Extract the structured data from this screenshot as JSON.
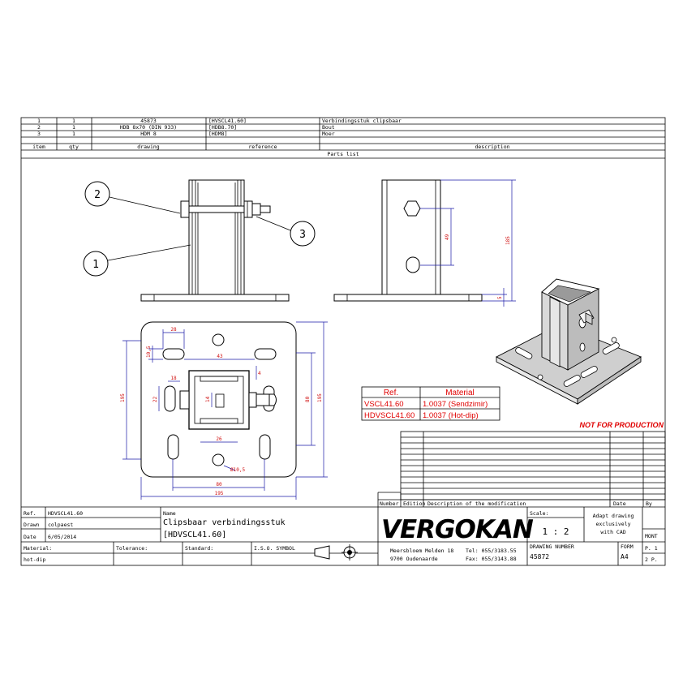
{
  "parts_list": {
    "rows": [
      {
        "item": "1",
        "qty": "1",
        "drawing": "45873",
        "reference": "[HVSCL41.60]",
        "description": "Verbindingsstuk clipsbaar"
      },
      {
        "item": "2",
        "qty": "1",
        "drawing": "HDB 8x70 (DIN 933)",
        "reference": "[HDB8.70]",
        "description": "Bout"
      },
      {
        "item": "3",
        "qty": "1",
        "drawing": "HDM 8",
        "reference": "[HDM8]",
        "description": "Moer"
      }
    ],
    "headers": {
      "item": "item",
      "qty": "qty",
      "drawing": "drawing",
      "reference": "reference",
      "description": "description"
    },
    "title": "Parts list"
  },
  "balloons": [
    "2",
    "1",
    "3"
  ],
  "dimensions": {
    "top_28": "28",
    "left_10_5": "10,5",
    "mid_43": "43",
    "small_18": "18",
    "small_4": "4",
    "width_22": "22",
    "small_14": "14",
    "bot_26": "26",
    "dia_10_5": "Ø10,5",
    "h_80": "80",
    "h_195": "195",
    "left_195": "195",
    "bot_80": "80",
    "bot_195": "195",
    "side_49": "49",
    "side_185": "185",
    "side_5": "5"
  },
  "material_table": {
    "headers": [
      "Ref.",
      "Material"
    ],
    "rows": [
      {
        "ref": "VSCL41.60",
        "material": "1.0037 (Sendzimir)"
      },
      {
        "ref": "HDVSCL41.60",
        "material": "1.0037 (Hot-dip)"
      }
    ]
  },
  "not_for_production": "NOT FOR PRODUCTION",
  "revision_headers": {
    "number": "Number",
    "edition": "Edition",
    "description": "Description of the modification",
    "date": "Date",
    "by": "By"
  },
  "title_block": {
    "ref_label": "Ref.",
    "ref_value": "HDVSCL41.60",
    "drawn_label": "Drawn",
    "drawn_value": "colpaest",
    "date_label": "Date",
    "date_value": "6/05/2014",
    "name_label": "Name",
    "name_line1": "Clipsbaar verbindingsstuk",
    "name_line2": "[HDVSCL41.60]",
    "material_label": "Material:",
    "material_value": "hot-dip",
    "tolerance_label": "Tolerance:",
    "standard_label": "Standard:",
    "iso_label": "I.S.O. SYMBOL",
    "brand": "VERGOKAN",
    "address1": "Meersbloem Melden 18",
    "address2": "9700 Oudenaarde",
    "tel": "Tel: 055/3183.55",
    "fax": "Fax: 055/3143.88",
    "scale_label": "Scale:",
    "scale_value": "1 : 2",
    "adopt_line1": "Adapt drawing",
    "adopt_line2": "exclusively",
    "adopt_line3": "with CAD",
    "drawing_number_label": "DRAWING NUMBER",
    "drawing_number": "45872",
    "form_label": "FORM",
    "form_value": "A4",
    "mont_label": "MONT",
    "p1": "P. 1",
    "p2": "2  P."
  }
}
